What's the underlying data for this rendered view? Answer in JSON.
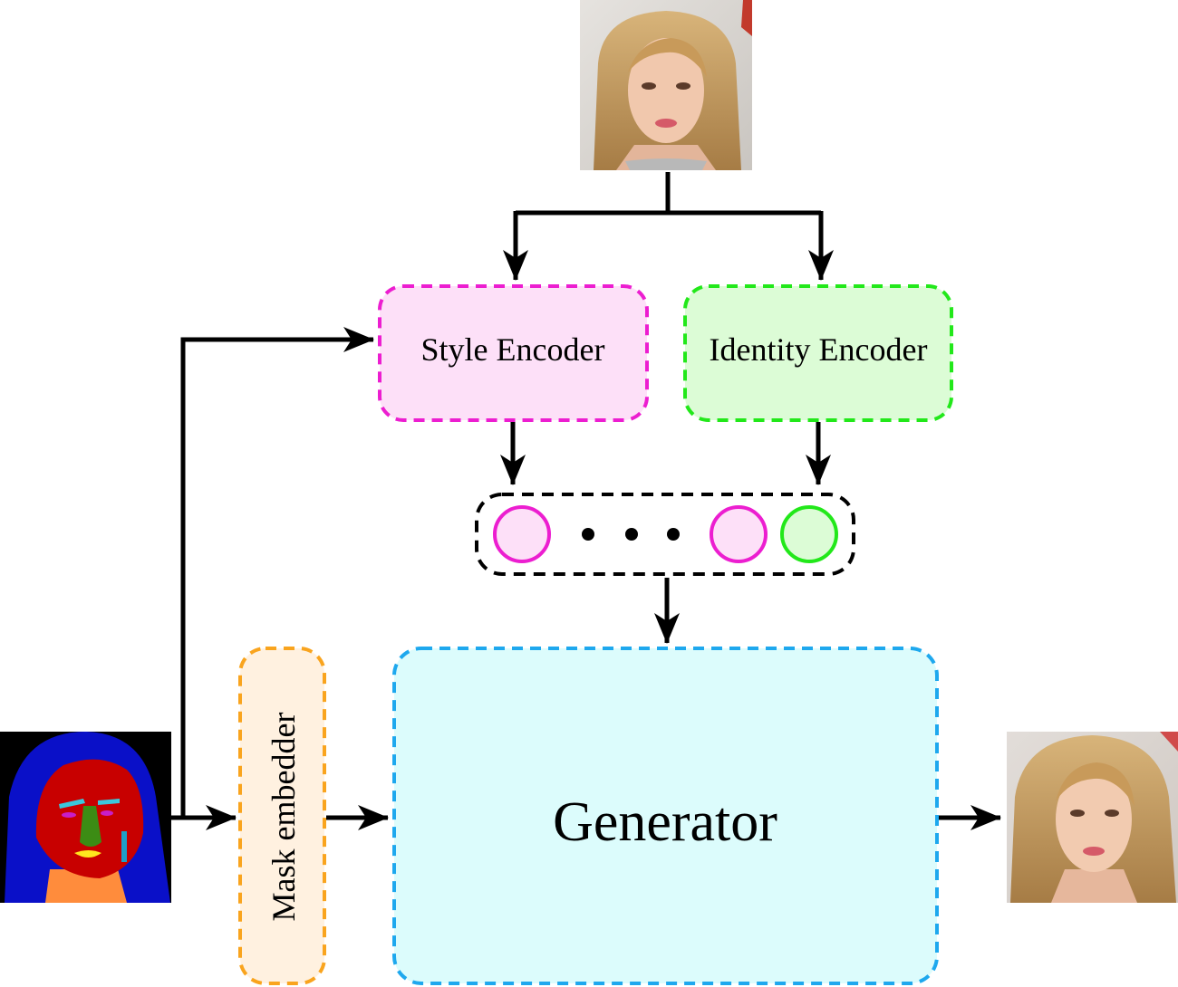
{
  "nodes": {
    "style_encoder": {
      "label": "Style Encoder",
      "fill": "#fde0f8",
      "stroke": "#ec1ed0"
    },
    "identity_encoder": {
      "label": "Identity Encoder",
      "fill": "#dcfcd6",
      "stroke": "#22e81a"
    },
    "mask_embedder": {
      "label": "Mask embedder",
      "fill": "#fff1e0",
      "stroke": "#f9a41e"
    },
    "generator": {
      "label": "Generator",
      "fill": "#dcfcfc",
      "stroke": "#1ea8ee"
    },
    "latent_codes": {
      "stroke": "#000000",
      "style_circle_fill": "#fde0f8",
      "style_circle_stroke": "#ec1ed0",
      "identity_circle_fill": "#dcfcd6",
      "identity_circle_stroke": "#22e81a",
      "ellipsis": "• • •"
    }
  },
  "images": {
    "reference_face": "reference face photo",
    "segmentation_mask": "face segmentation mask",
    "output_face": "generated face photo"
  },
  "mask_colors": {
    "background": "#000000",
    "hair": "#0a10c8",
    "face": "#c80000",
    "neck": "#ff8c3c",
    "nose": "#3c8c14",
    "brows": "#3cc8dc",
    "lips": "#ffe61e",
    "earring": "#1ea0c8"
  }
}
